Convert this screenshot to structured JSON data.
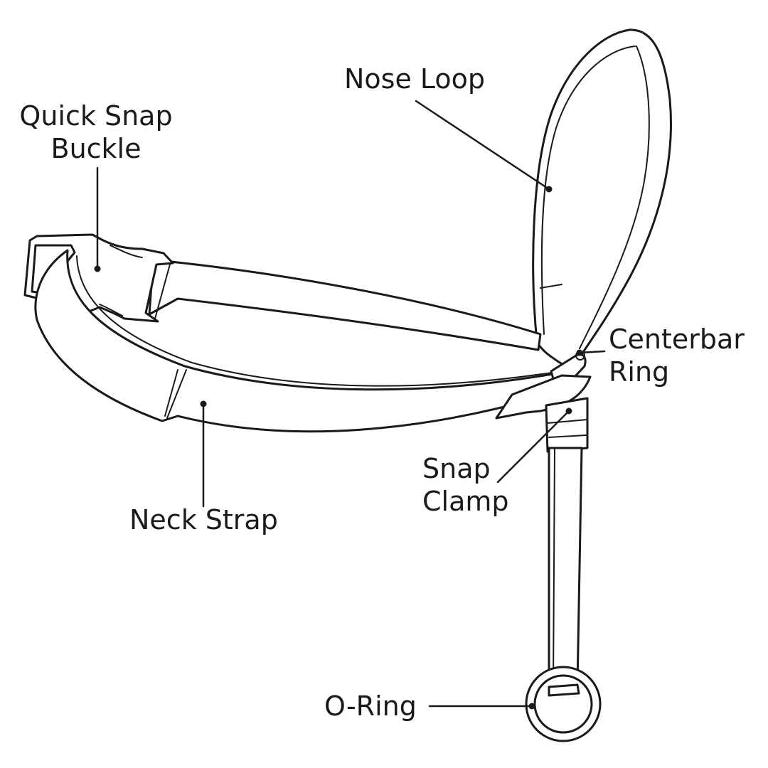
{
  "labels": {
    "nose_loop": "Nose Loop",
    "quick_snap_buckle_line1": "Quick Snap",
    "quick_snap_buckle_line2": "Buckle",
    "centerbar_ring_line1": "Centerbar",
    "centerbar_ring_line2": "Ring",
    "snap_clamp_line1": "Snap",
    "snap_clamp_line2": "Clamp",
    "neck_strap": "Neck Strap",
    "o_ring": "O-Ring"
  },
  "colors": {
    "ink": "#1a1a1a",
    "background": "#ffffff"
  }
}
